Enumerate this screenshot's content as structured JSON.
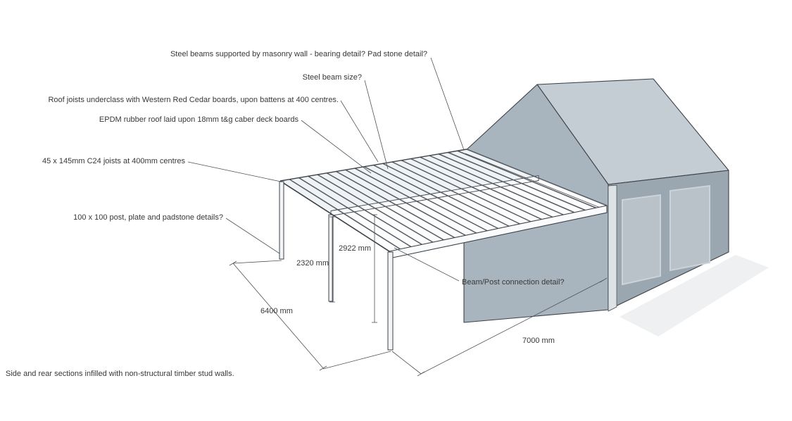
{
  "annotations": {
    "steel_beams_bearing": "Steel beams supported by masonry wall - bearing detail? Pad stone detail?",
    "steel_beam_size": "Steel beam size?",
    "roof_joists_cedar": "Roof joists underclass with Western Red Cedar boards, upon battens at 400 centres.",
    "epdm_roof": "EPDM rubber roof laid upon 18mm t&g caber deck boards",
    "c24_joists": "45 x 145mm C24 joists at 400mm centres",
    "post_padstone": "100 x 100 post, plate and padstone details?",
    "beam_post_connection": "Beam/Post connection detail?",
    "stud_walls": "Side and rear sections infilled with non-structural timber stud walls."
  },
  "dimensions": {
    "front_height": "2922 mm",
    "rear_height": "2320 mm",
    "side_width": "6400 mm",
    "front_depth": "7000 mm"
  },
  "colors": {
    "building_roof": "#c4cdd4",
    "gable_wall": "#a9b5be",
    "front_wall": "#9aa7b1",
    "door_panel": "#b9c2c9",
    "corner_column": "#dde2e6",
    "roof_deck": "#fdfdfd",
    "rear_bay_shade": "#f0f3f5",
    "beam_white": "#fafbfc",
    "post_fill": "#f2f4f5",
    "shadow": "#eef0f2"
  }
}
